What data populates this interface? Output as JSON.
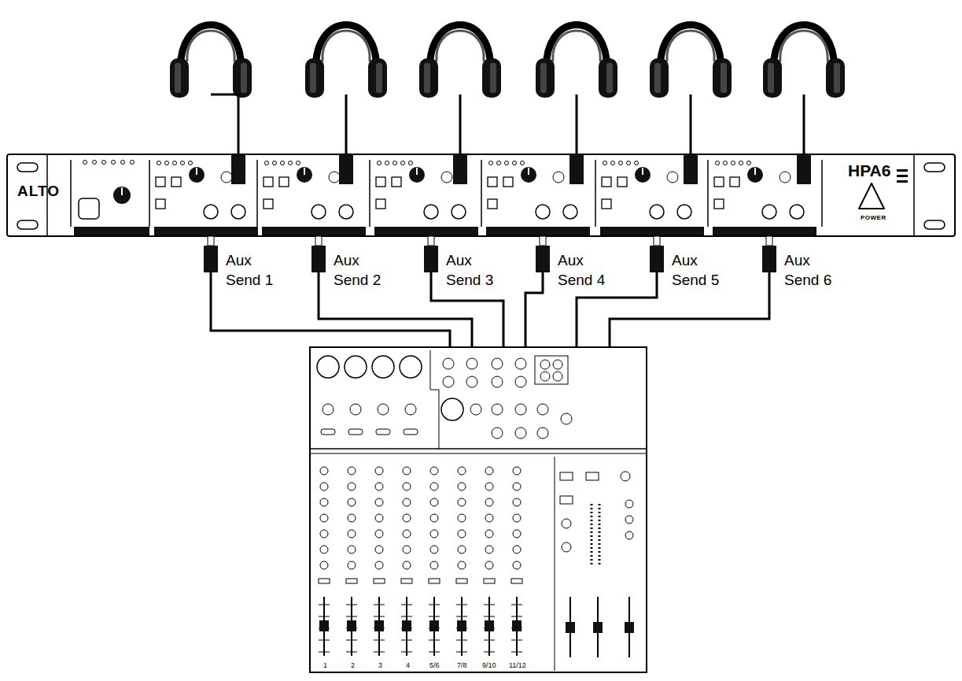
{
  "diagram": {
    "nodes": [
      {
        "text": [
          "ALTO",
          "HPA6",
          "POWER"
        ]
      },
      {
        "text": [
          "1",
          "2",
          "3",
          "4",
          "5/6",
          "7/8",
          "9/10",
          "11/12"
        ]
      }
    ],
    "edges": [
      {
        "from": 0,
        "to": 1,
        "arrow": "none",
        "label": "Aux Send 1"
      },
      {
        "from": 0,
        "to": 1,
        "arrow": "none",
        "label": "Aux Send 2"
      },
      {
        "from": 0,
        "to": 1,
        "arrow": "none",
        "label": "Aux Send 3"
      },
      {
        "from": 0,
        "to": 1,
        "arrow": "none",
        "label": "Aux Send 4"
      },
      {
        "from": 0,
        "to": 1,
        "arrow": "none",
        "label": "Aux Send 5"
      },
      {
        "from": 0,
        "to": 1,
        "arrow": "none",
        "label": "Aux Send 6"
      }
    ]
  }
}
